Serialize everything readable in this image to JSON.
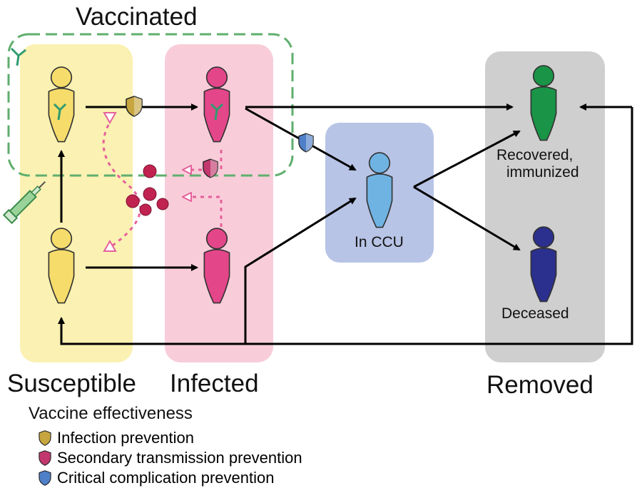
{
  "labels": {
    "vaccinated": "Vaccinated",
    "susceptible": "Susceptible",
    "infected": "Infected",
    "removed": "Removed",
    "in_ccu": "In CCU",
    "recovered_line1": "Recovered,",
    "recovered_line2": "immunized",
    "deceased": "Deceased"
  },
  "legend": {
    "title": "Vaccine effectiveness",
    "items": [
      {
        "label": "Infection prevention",
        "color": "#c7a640"
      },
      {
        "label": "Secondary transmission prevention",
        "color": "#c2386e"
      },
      {
        "label": "Critical complication prevention",
        "color": "#4f7fc8"
      }
    ]
  },
  "colors": {
    "susceptible_column": "#faf1b2",
    "infected_column": "#f8cdd9",
    "ccu_box": "#b7c4e6",
    "removed_column": "#cfcfcf",
    "vaccinated_border": "#5fae6d",
    "susceptible_person": "#f6dc6b",
    "infected_person": "#e4468a",
    "ccu_person": "#6fb3e3",
    "recovered_person": "#1a9447",
    "deceased_person": "#2b2f8e",
    "virus": "#c0234f"
  }
}
